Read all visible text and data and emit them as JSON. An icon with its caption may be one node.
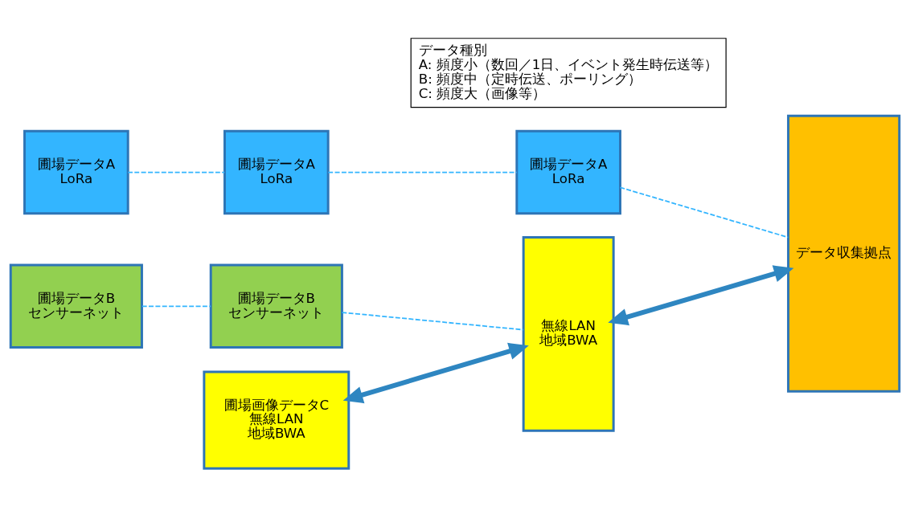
{
  "diagram": {
    "nodes": [
      {
        "text": [
          "圃場データA",
          "LoRa"
        ]
      },
      {
        "text": [
          "圃場データA",
          "LoRa"
        ]
      },
      {
        "text": [
          "圃場データA",
          "LoRa"
        ]
      },
      {
        "text": [
          "データ収集拠点"
        ]
      },
      {
        "text": [
          "圃場データB",
          "センサーネット"
        ]
      },
      {
        "text": [
          "圃場データB",
          "センサーネット"
        ]
      },
      {
        "text": [
          "無線LAN",
          "地域BWA"
        ]
      },
      {
        "text": [
          "圃場画像データC",
          "無線LAN",
          "地域BWA"
        ]
      },
      {
        "text": [
          "データ種別",
          "A: 頻度小（数回／1日、イベント発生時伝送等）",
          "B: 頻度中（定時伝送、ポーリング）",
          "C: 頻度大（画像等）"
        ]
      }
    ],
    "edges": [
      {
        "from": 0,
        "to": 1,
        "arrow": "none",
        "style": "dashed"
      },
      {
        "from": 1,
        "to": 2,
        "arrow": "none",
        "style": "dashed"
      },
      {
        "from": 2,
        "to": 3,
        "arrow": "none",
        "style": "dashed"
      },
      {
        "from": 4,
        "to": 5,
        "arrow": "none",
        "style": "dashed"
      },
      {
        "from": 5,
        "to": 6,
        "arrow": "none",
        "style": "dashed"
      },
      {
        "from": 6,
        "to": 3,
        "arrow": "both",
        "style": "thick",
        "color": "#2e86c1"
      },
      {
        "from": 7,
        "to": 6,
        "arrow": "both",
        "style": "thick",
        "color": "#2e86c1"
      }
    ]
  }
}
